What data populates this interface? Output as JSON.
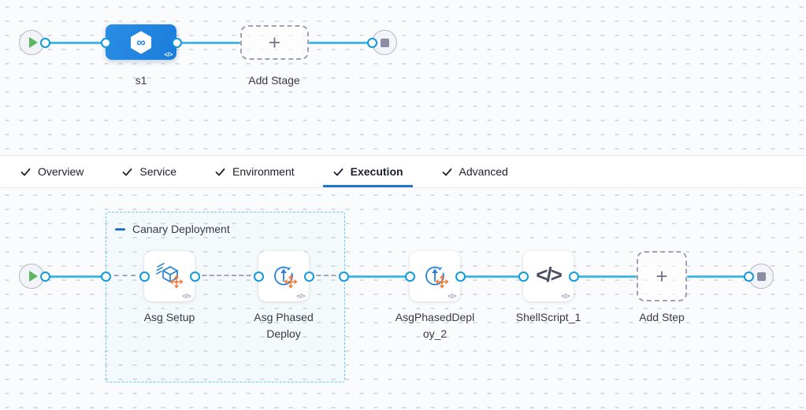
{
  "top_pipeline": {
    "stage_name": "s1",
    "add_stage_label": "Add Stage"
  },
  "tabs": {
    "items": [
      {
        "label": "Overview",
        "checked": true,
        "active": false
      },
      {
        "label": "Service",
        "checked": true,
        "active": false
      },
      {
        "label": "Environment",
        "checked": true,
        "active": false
      },
      {
        "label": "Execution",
        "checked": true,
        "active": true
      },
      {
        "label": "Advanced",
        "checked": true,
        "active": false
      }
    ]
  },
  "execution_graph": {
    "group_label": "Canary Deployment",
    "steps": [
      {
        "name": "Asg Setup",
        "icon": "asg-setup-icon"
      },
      {
        "name": "Asg Phased Deploy",
        "icon": "asg-phased-deploy-icon"
      },
      {
        "name": "AsgPhasedDeploy_2",
        "icon": "asg-phased-deploy-icon"
      },
      {
        "name": "ShellScript_1",
        "icon": "shell-script-icon"
      }
    ],
    "add_step_label": "Add Step"
  },
  "icons": {
    "infinity_glyph": "∞",
    "plus_glyph": "+",
    "code_badge_glyph": "</>",
    "shell_glyph": "</>"
  },
  "colors": {
    "stage_blue": "#1e86e0",
    "connector_blue": "#47b9e9",
    "port_border_blue": "#129add",
    "group_border_cyan": "#66cbf1",
    "tab_underline_blue": "#2273cb",
    "move_handle_orange": "#f8752c",
    "play_green": "#5db660",
    "stop_gray": "#8b8da2"
  }
}
